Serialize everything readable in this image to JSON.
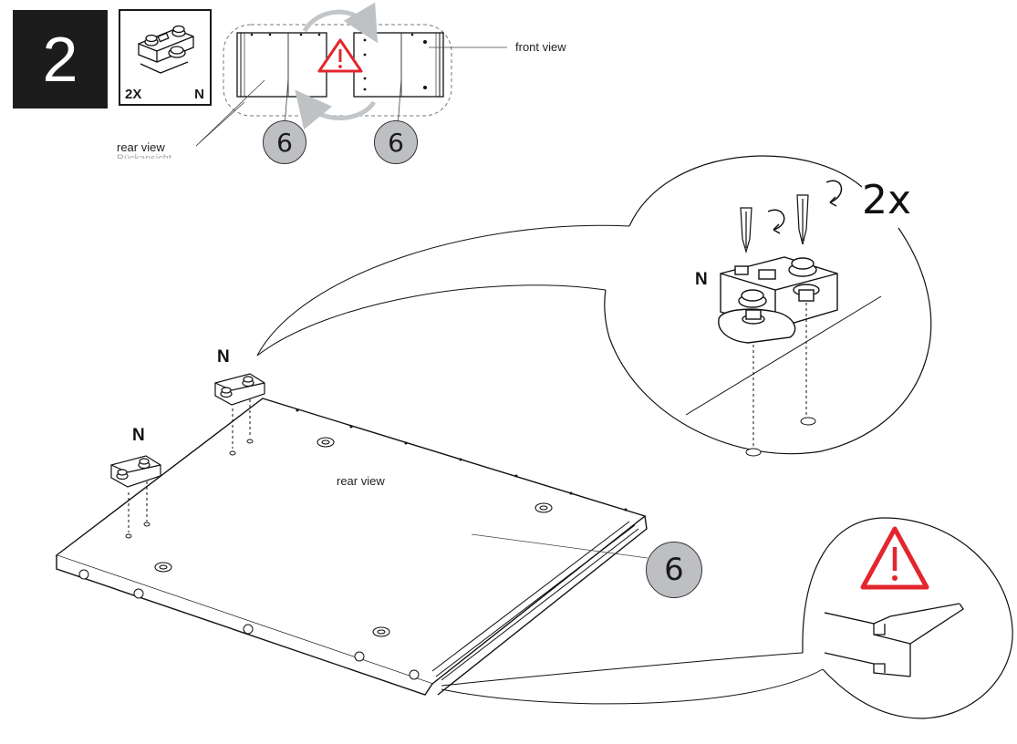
{
  "step": {
    "number": "2"
  },
  "parts_box": {
    "quantity": "2X",
    "code": "N"
  },
  "orientation": {
    "front_label": "front view",
    "rear_label": "rear view",
    "rear_label_cut": "Rückansicht"
  },
  "panel": {
    "number": "6",
    "rear_label": "rear view"
  },
  "fittings": {
    "letter": "N"
  },
  "detail": {
    "quantity": "2x",
    "letter": "N"
  },
  "icons": {
    "warning": "warning-triangle-icon",
    "rotate": "rotate-arrow-icon",
    "screwdriver": "screwdriver-icon"
  },
  "colors": {
    "warning_red": "#e3262d",
    "badge_grey": "#bdbfc2",
    "step_bg": "#1c1c1c"
  }
}
